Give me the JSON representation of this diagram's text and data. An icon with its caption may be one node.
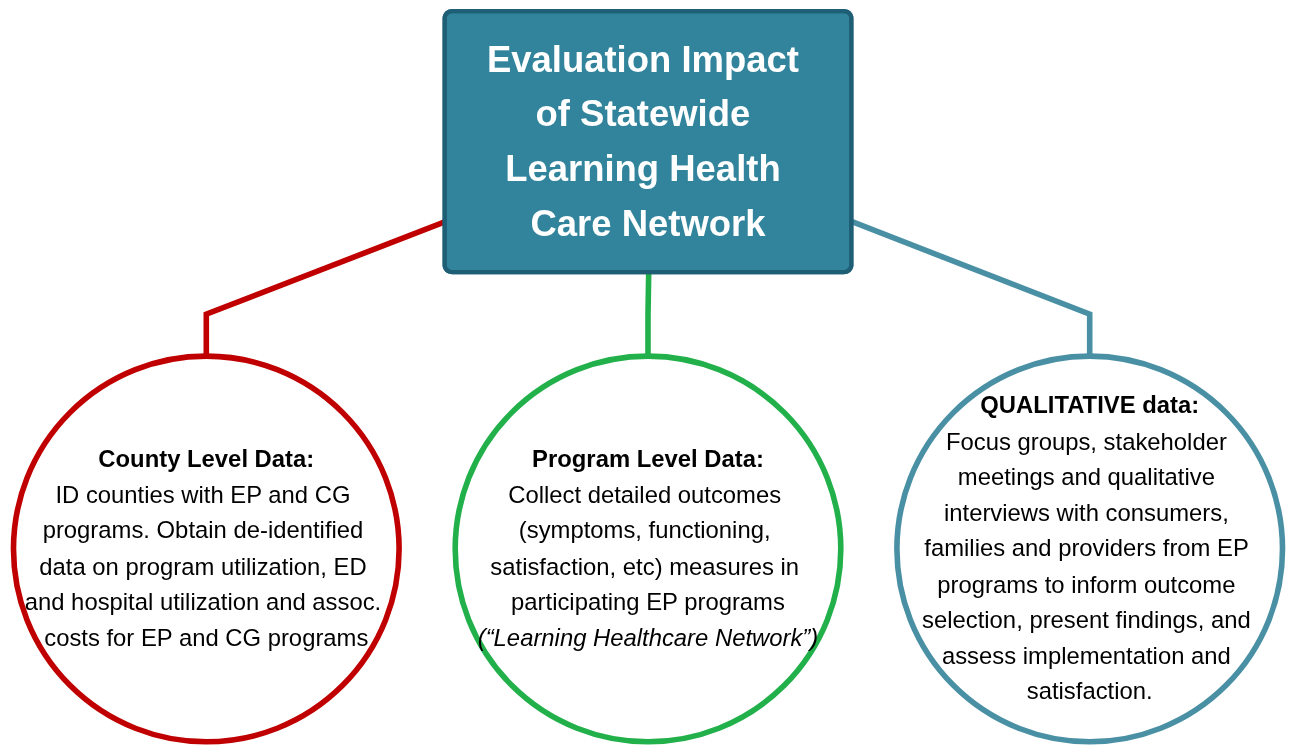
{
  "diagram": {
    "nodes": [
      {
        "text": [
          "Evaluation Impact of Statewide Learning Health Care Network"
        ]
      },
      {
        "text": [
          "County Level Data:",
          "ID counties with EP and CG programs. Obtain de-identified data on program utilization, ED and hospital utilization and assoc. costs for EP and CG programs"
        ]
      },
      {
        "text": [
          "Program Level Data:",
          "Collect detailed outcomes (symptoms, functioning, satisfaction, etc) measures in participating EP programs",
          "(“Learning Healthcare Network”)"
        ]
      },
      {
        "text": [
          "QUALITATIVE data:",
          "Focus groups, stakeholder meetings and qualitative interviews with consumers, families and providers from EP programs to inform outcome selection, present findings, and assess implementation and satisfaction."
        ]
      }
    ],
    "edges": [
      {
        "from": 0,
        "to": 1,
        "arrow": "none",
        "color": "#c00000"
      },
      {
        "from": 0,
        "to": 2,
        "arrow": "none",
        "color": "#22b04b"
      },
      {
        "from": 0,
        "to": 3,
        "arrow": "none",
        "color": "#4a90a4"
      }
    ]
  }
}
